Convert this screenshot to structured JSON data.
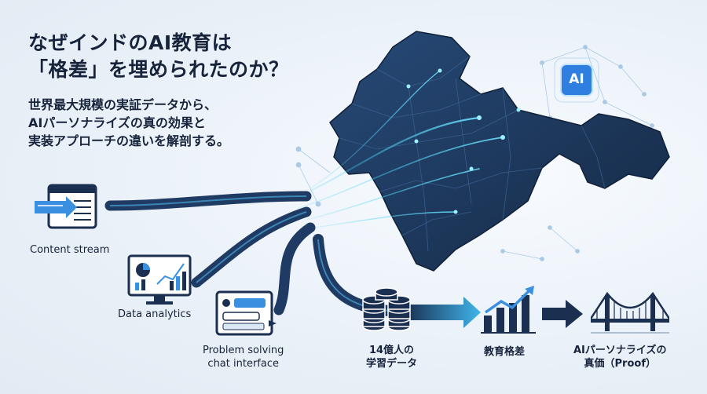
{
  "title": {
    "line1": "なぜインドのAI教育は",
    "line2": "「格差」を埋められたのか？"
  },
  "subtitle": {
    "line1": "世界最大規模の実証データから、",
    "line2": "AIパーソナライズの真の効果と",
    "line3": "実装アプローチの違いを解剖する。"
  },
  "badge": "AI",
  "sources": {
    "content_stream": "Content stream",
    "data_analytics": "Data analytics",
    "problem_solving_line1": "Problem solving",
    "problem_solving_line2": "chat interface"
  },
  "flow": {
    "data_line1": "14億人の",
    "data_line2": "学習データ",
    "gap": "教育格差",
    "value_line1": "AIパーソナライズの",
    "value_line2": "真価（Proof）"
  },
  "colors": {
    "map": "#1c3558",
    "stream": "#1f3a63",
    "glow": "#35c8f0",
    "accent": "#2f7fe0",
    "text": "#16233a"
  }
}
